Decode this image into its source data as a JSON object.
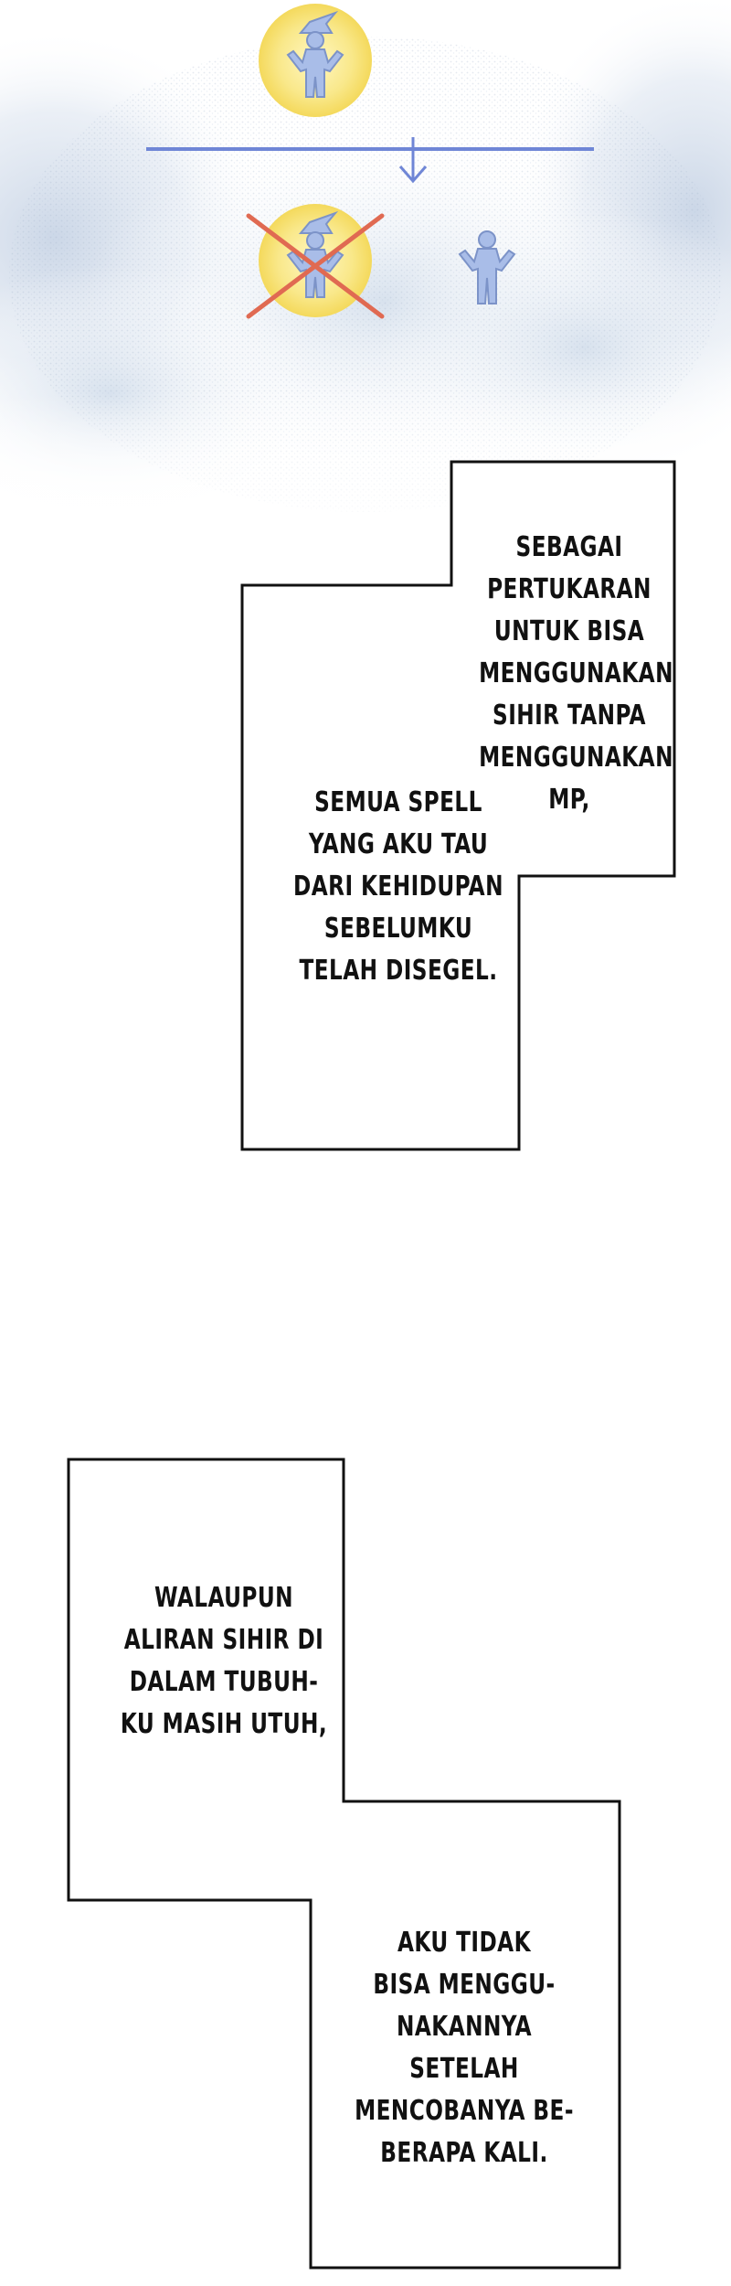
{
  "panel": {
    "background_color": "#ffffff",
    "mist_color": "#dbe4f0",
    "figure_color": "#a9bde8",
    "figure_outline": "#7c93c8",
    "glow_color": "#f7e37a",
    "arrow_color": "#6f86d6",
    "cross_color": "#e06a52"
  },
  "diagram": {
    "top_figure": "wizard-figure-icon",
    "arrow": "down-arrow-icon",
    "sealed_figure": "wizard-figure-crossed-icon",
    "plain_figure": "person-figure-icon"
  },
  "bubbles": [
    {
      "id": "first",
      "part_a": "SEBAGAI\nPERTUKARAN\nUNTUK BISA\nMENGGUNAKAN\nSIHIR TANPA\nMENGGUNAKAN\nMP,",
      "part_b": "SEMUA SPELL\nYANG AKU TAU\nDARI KEHIDUPAN\nSEBELUMKU\nTELAH DISEGEL."
    },
    {
      "id": "second",
      "part_a": "WALAUPUN\nALIRAN SIHIR DI\nDALAM TUBUH-\nKU MASIH UTUH,",
      "part_b": "AKU TIDAK\nBISA MENGGU-\nNAKANNYA SETELAH\nMENCOBANYA BE-\nBERAPA KALI."
    }
  ]
}
